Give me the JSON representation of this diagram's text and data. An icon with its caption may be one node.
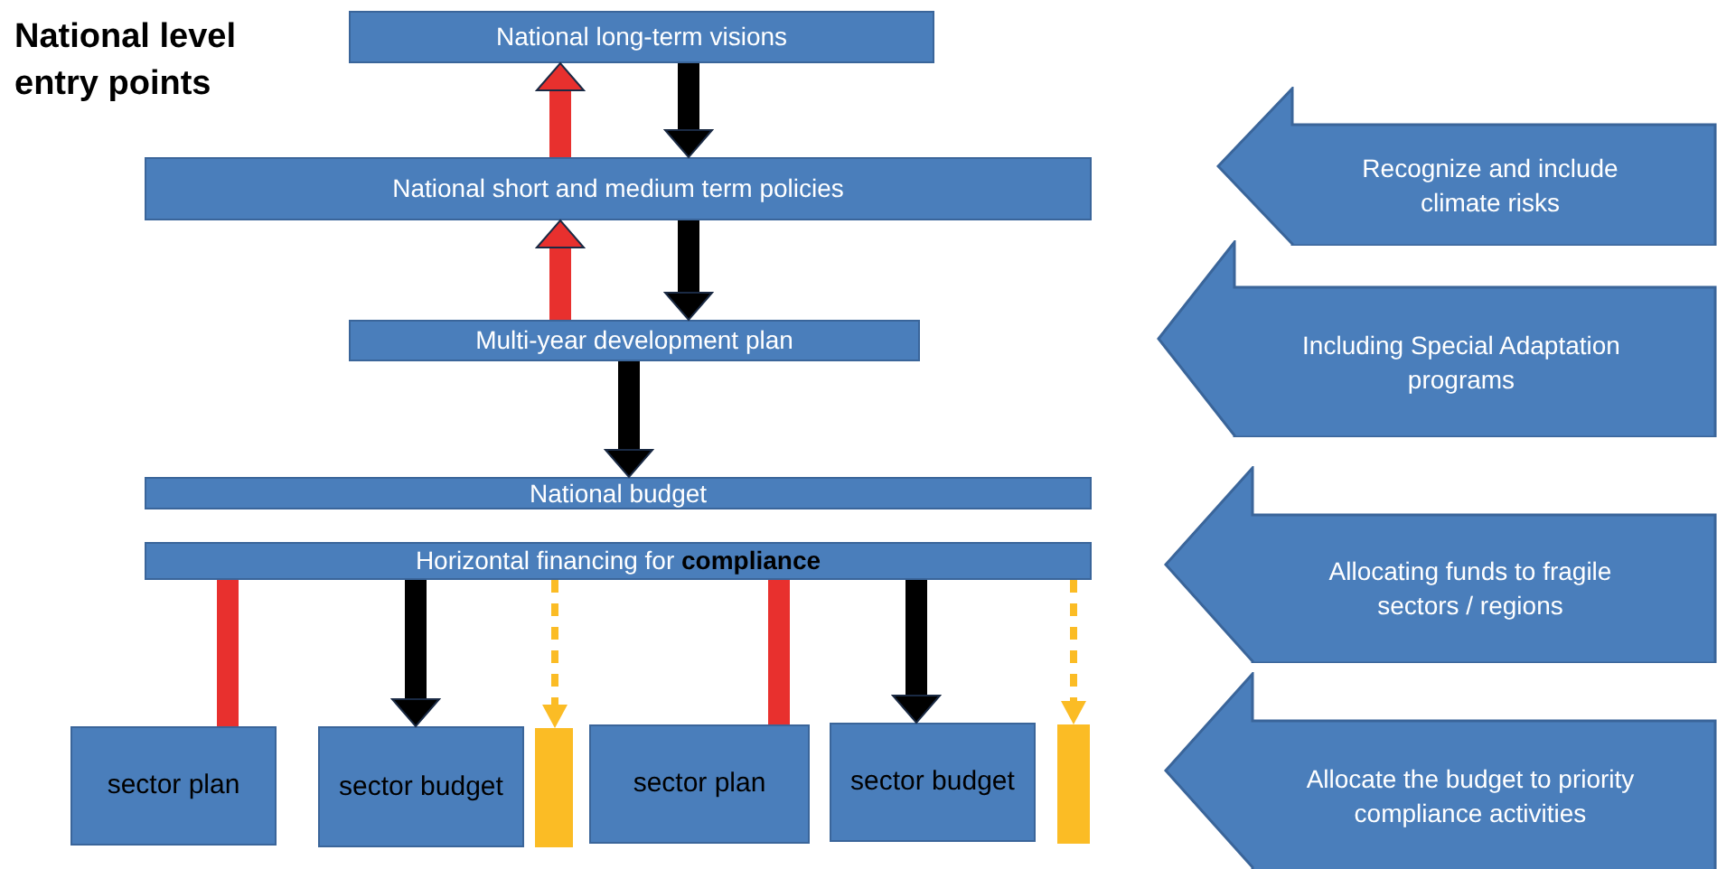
{
  "diagram": {
    "title": "National level entry points",
    "nodes": [
      {
        "text": [
          "National long-term visions"
        ]
      },
      {
        "text": [
          "National short and medium term policies"
        ]
      },
      {
        "text": [
          "Multi-year development plan"
        ]
      },
      {
        "text": [
          "National budget"
        ]
      },
      {
        "text": [
          "Horizontal financing for **compliance**"
        ]
      },
      {
        "text": [
          "sector plan"
        ]
      },
      {
        "text": [
          "sector budget"
        ]
      },
      {
        "text": [],
        "shape": "bar"
      },
      {
        "text": [
          "sector plan"
        ]
      },
      {
        "text": [
          "sector budget"
        ]
      },
      {
        "text": [],
        "shape": "bar"
      },
      {
        "text": [
          "Recognize and include climate risks"
        ]
      },
      {
        "text": [
          "Including Special Adaptation programs"
        ]
      },
      {
        "text": [
          "Allocating funds to fragile sectors / regions"
        ]
      },
      {
        "text": [
          "Allocate the budget to priority compliance activities"
        ]
      }
    ],
    "edges": [
      {
        "from": 1,
        "to": 0,
        "arrow": "to",
        "color": "#e8302e"
      },
      {
        "from": 0,
        "to": 1,
        "arrow": "to"
      },
      {
        "from": 2,
        "to": 1,
        "arrow": "to",
        "color": "#e8302e"
      },
      {
        "from": 1,
        "to": 2,
        "arrow": "to"
      },
      {
        "from": 2,
        "to": 3,
        "arrow": "to"
      },
      {
        "from": 4,
        "to": 5,
        "arrow": "none",
        "color": "#e8302e"
      },
      {
        "from": 4,
        "to": 6,
        "arrow": "to"
      },
      {
        "from": 4,
        "to": 7,
        "arrow": "to",
        "style": "dashed",
        "color": "#fbbc25"
      },
      {
        "from": 4,
        "to": 8,
        "arrow": "none",
        "color": "#e8302e"
      },
      {
        "from": 4,
        "to": 9,
        "arrow": "to"
      },
      {
        "from": 4,
        "to": 10,
        "arrow": "to",
        "style": "dashed",
        "color": "#fbbc25"
      }
    ]
  }
}
